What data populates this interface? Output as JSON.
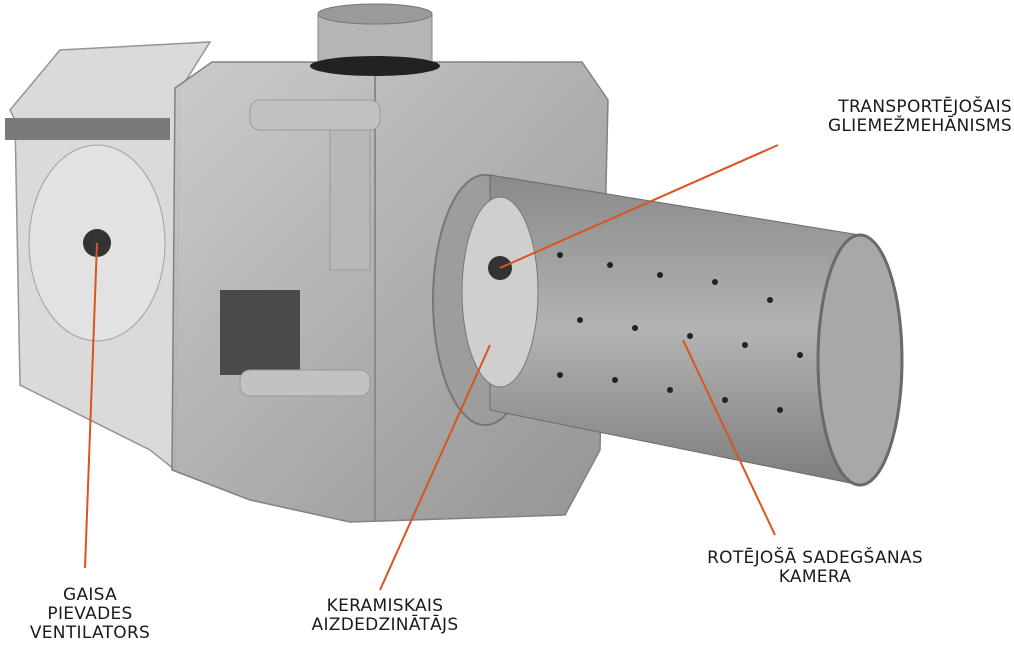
{
  "labels": {
    "auger": {
      "line1": "TRANSPORTĒJOŠAIS",
      "line2": "GLIEMEŽMEHĀNISMS"
    },
    "fan": {
      "line1": "GAISA",
      "line2": "PIEVADES",
      "line3": "VENTILATORS"
    },
    "igniter": {
      "line1": "KERAMISKAIS",
      "line2": "AIZDEDZINĀTĀJS"
    },
    "chamber": {
      "line1": "ROTĒJOŠĀ SADEGŠANAS",
      "line2": "KAMERA"
    }
  },
  "colors": {
    "leader": "#d9541e",
    "metal": "#a9a9a9",
    "dark_metal": "#6e6e6e"
  }
}
